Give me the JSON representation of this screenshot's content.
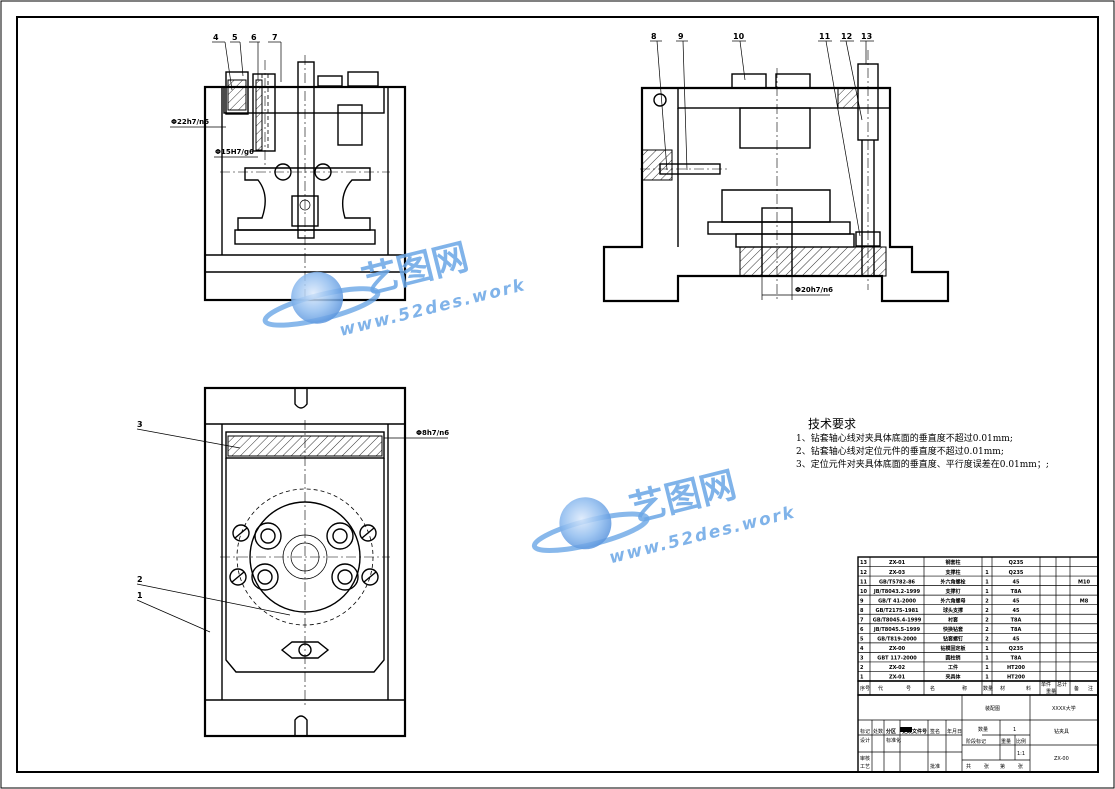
{
  "callouts": {
    "top_left": [
      "4",
      "5",
      "6",
      "7"
    ],
    "top_right": [
      "8",
      "9",
      "10",
      "11",
      "12",
      "13"
    ],
    "plan": [
      "3",
      "2",
      "1"
    ]
  },
  "dimensions": {
    "d1": "Φ22h7/n6",
    "d2": "Φ15H7/g6",
    "d3": "Φ20h7/n6",
    "d4": "Φ8h7/n6"
  },
  "tech_requirements": {
    "title": "技术要求",
    "items": [
      "1、钻套轴心线对夹具体底面的垂直度不超过0.01mm;",
      "2、钻套轴心线对定位元件的垂直度不超过0.01mm;",
      "3、定位元件对夹具体底面的垂直度、平行度误差在0.01mm；;"
    ]
  },
  "watermark": {
    "brand": "艺图网",
    "url": "www.52des.work"
  },
  "bom": {
    "rows": [
      {
        "no": "13",
        "code": "ZX-01",
        "name": "钢套柱",
        "qty": "",
        "material": "Q235",
        "note": ""
      },
      {
        "no": "12",
        "code": "ZX-03",
        "name": "支撑柱",
        "qty": "1",
        "material": "Q235",
        "note": ""
      },
      {
        "no": "11",
        "code": "GB/T5782-86",
        "name": "外六角螺栓",
        "qty": "1",
        "material": "45",
        "note": "M10"
      },
      {
        "no": "10",
        "code": "JB/T8043.2-1999",
        "name": "支撑钉",
        "qty": "1",
        "material": "T8A",
        "note": ""
      },
      {
        "no": "9",
        "code": "GB/T 41-2000",
        "name": "外六角螺母",
        "qty": "2",
        "material": "45",
        "note": "M8"
      },
      {
        "no": "8",
        "code": "GB/T2175-1981",
        "name": "球头支撑",
        "qty": "2",
        "material": "45",
        "note": ""
      },
      {
        "no": "7",
        "code": "GB/T8045.4-1999",
        "name": "衬套",
        "qty": "2",
        "material": "T8A",
        "note": ""
      },
      {
        "no": "6",
        "code": "JB/T8045.5-1999",
        "name": "快换钻套",
        "qty": "2",
        "material": "T8A",
        "note": ""
      },
      {
        "no": "5",
        "code": "GB/T819-2000",
        "name": "钻套螺钉",
        "qty": "2",
        "material": "45",
        "note": ""
      },
      {
        "no": "4",
        "code": "ZX-00",
        "name": "钻模固定板",
        "qty": "1",
        "material": "Q235",
        "note": ""
      },
      {
        "no": "3",
        "code": "GBT 117-2000",
        "name": "圆柱销",
        "qty": "1",
        "material": "T8A",
        "note": ""
      },
      {
        "no": "2",
        "code": "ZX-02",
        "name": "工件",
        "qty": "1",
        "material": "HT200",
        "note": ""
      },
      {
        "no": "1",
        "code": "ZX-01",
        "name": "夹具体",
        "qty": "1",
        "material": "HT200",
        "note": ""
      }
    ],
    "header": [
      "序号",
      "代",
      "号",
      "名",
      "称",
      "数量",
      "材",
      "料",
      "单件",
      "总计",
      "重量",
      "备",
      "注"
    ]
  },
  "title_block": {
    "drawing_name": "装配图",
    "org": "XXXX大学",
    "part_title": "钻夹具",
    "drawing_no": "ZX-00",
    "scale_label": "比例",
    "scale": "1:1",
    "qty_label": "数量",
    "qty": "1",
    "weight_label": "重量",
    "stage_label": "阶段标记",
    "sheet_total": "共",
    "sheet_label": "张",
    "sheet_of": "第",
    "sheet_label2": "张",
    "rev_labels": [
      "标记",
      "处数",
      "分区",
      "更改文件号",
      "签名",
      "年月日"
    ],
    "roles": [
      "设计",
      "审核",
      "工艺",
      "批准"
    ],
    "std": "标准化"
  }
}
